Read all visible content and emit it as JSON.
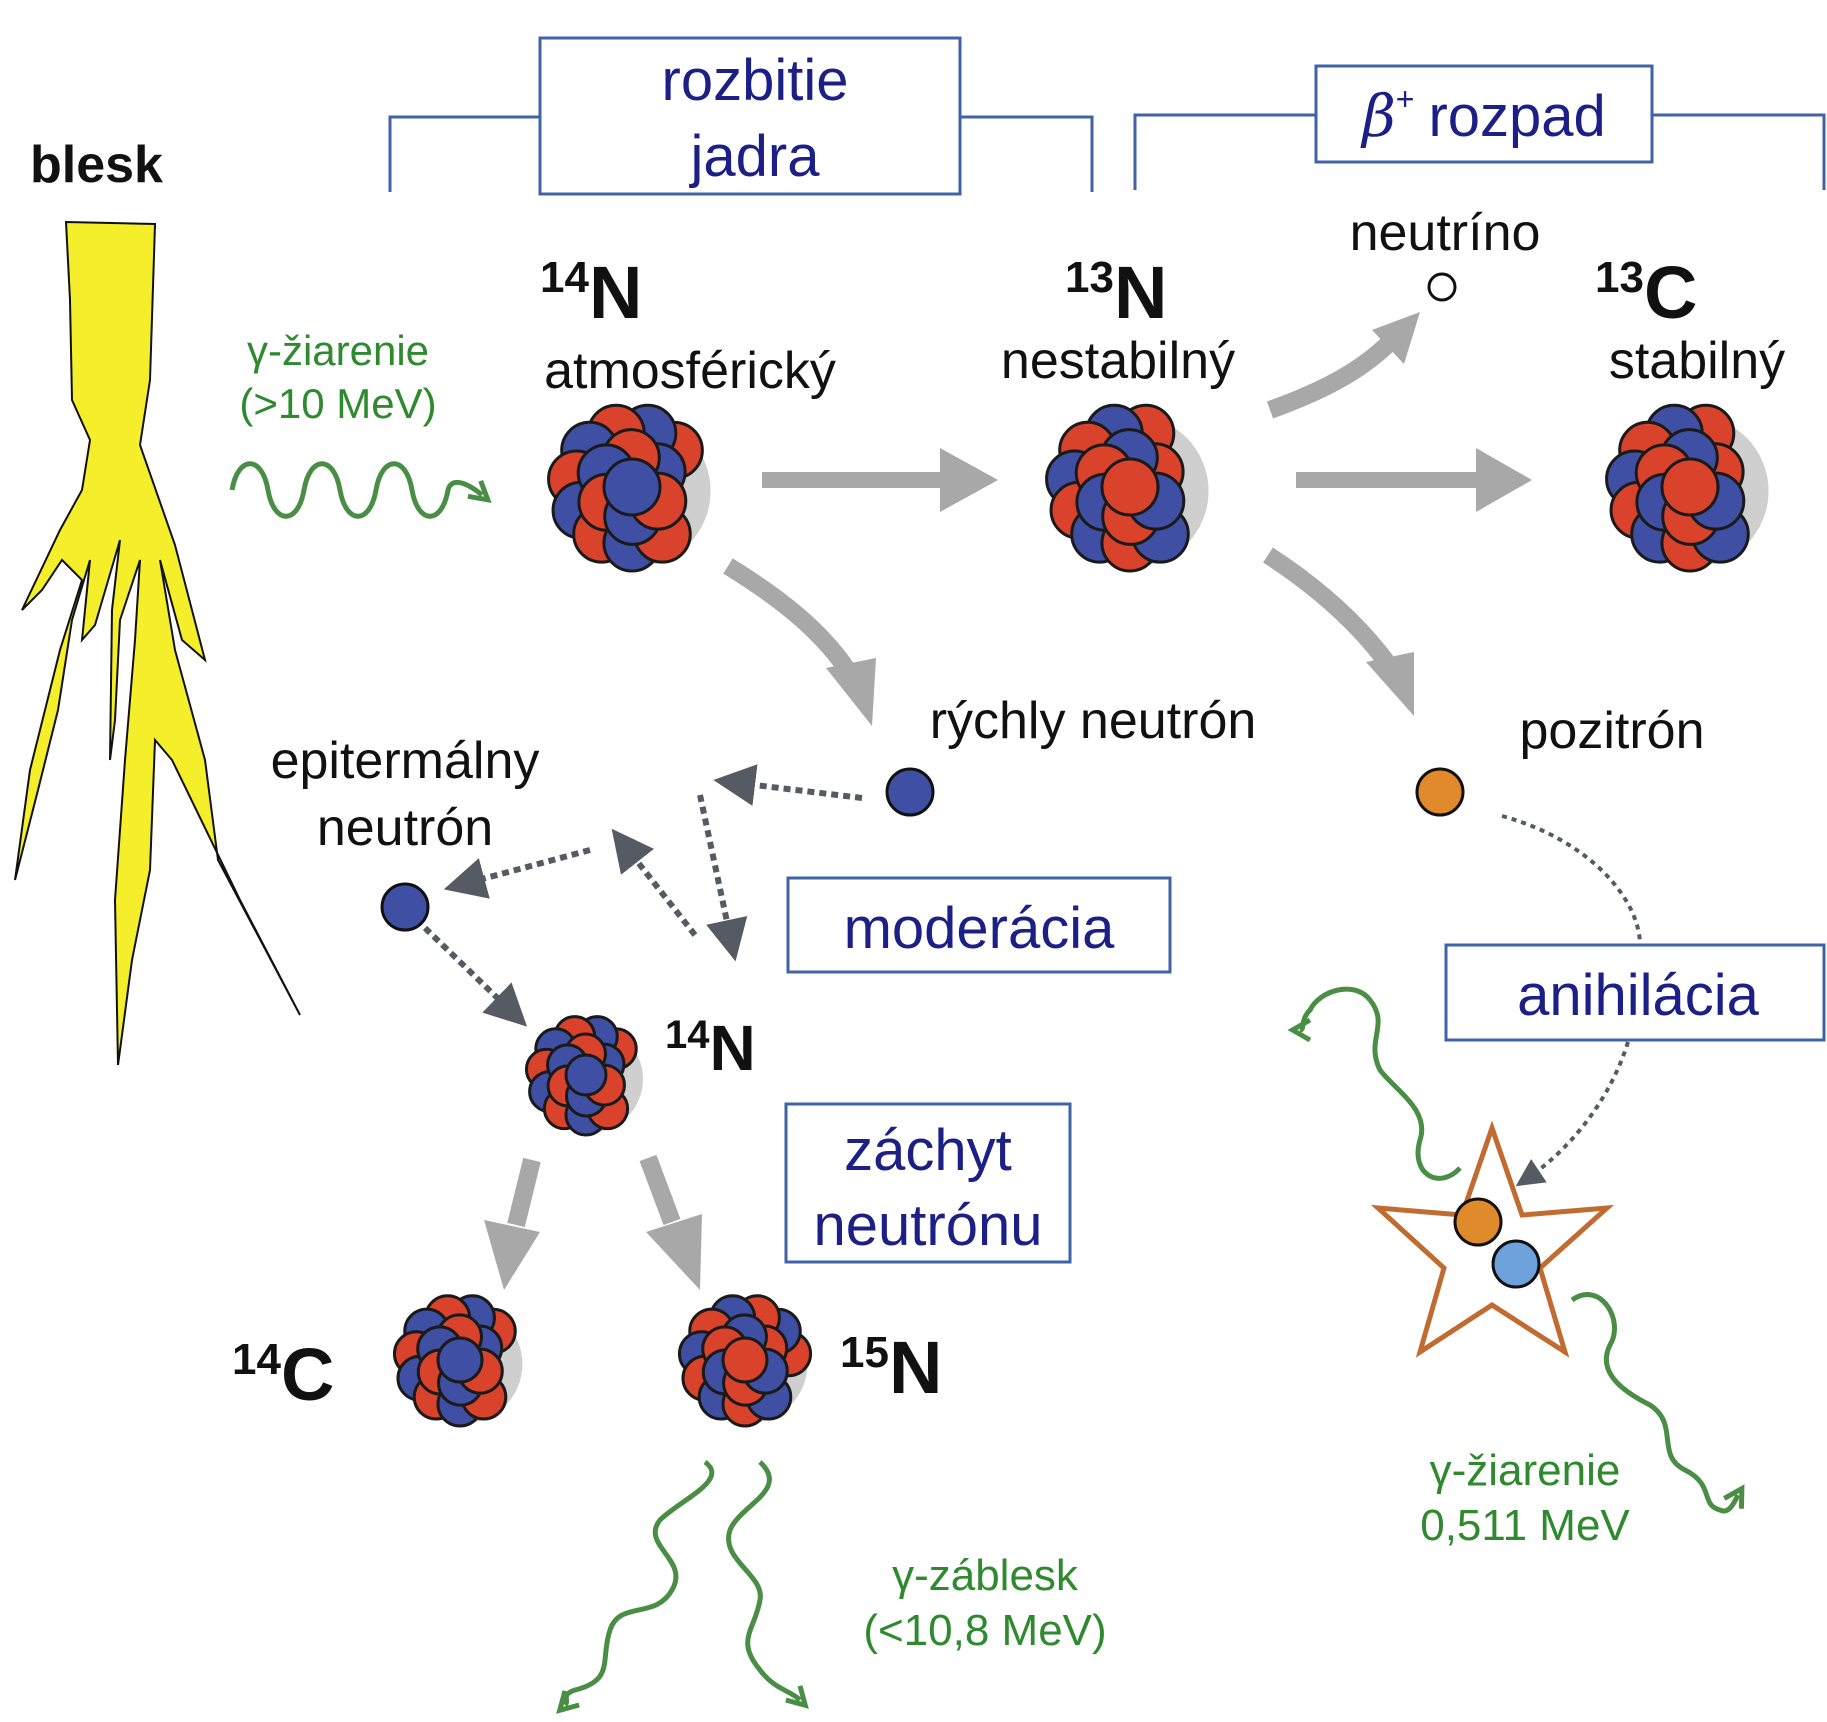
{
  "colors": {
    "proton": "#d9422b",
    "neutron": "#3f4fa3",
    "positron": "#e08a2c",
    "electron": "#6ea2dc",
    "gamma": "#4a8d45",
    "box_stroke": "#3f63a6",
    "label_blue": "#1b1f86",
    "arrow_gray": "#a8a8a8",
    "dotted_gray": "#555a63",
    "lightning": "#f5ee2a",
    "star": "#c06b30"
  },
  "labels": {
    "lightning": "blesk",
    "gamma_in_1": "γ-žiarenie",
    "gamma_in_2": "(>10 MeV)",
    "n14_top_mass": "14",
    "n14_top_sym": "N",
    "n14_top_desc": "atmosférický",
    "n13_mass": "13",
    "n13_sym": "N",
    "n13_desc": "nestabilný",
    "neutrino": "neutríno",
    "c13_mass": "13",
    "c13_sym": "C",
    "c13_desc": "stabilný",
    "fast_neutron": "rýchly neutrón",
    "positron": "pozitrón",
    "epithermal_1": "epitermálny",
    "epithermal_2": "neutrón",
    "n14_low_mass": "14",
    "n14_low_sym": "N",
    "c14_mass": "14",
    "c14_sym": "C",
    "n15_mass": "15",
    "n15_sym": "N",
    "gamma_flash_1": "γ-záblesk",
    "gamma_flash_2": "(<10,8 MeV)",
    "gamma_ann_1": "γ-žiarenie",
    "gamma_ann_2": "0,511 MeV"
  },
  "boxes": {
    "breakup_1": "rozbitie",
    "breakup_2": "jadra",
    "beta_symbol": "β",
    "beta_sup": "+",
    "beta_text": "rozpad",
    "moderation": "moderácia",
    "annihilation": "anihilácia",
    "capture_1": "záchyt",
    "capture_2": "neutrónu"
  }
}
